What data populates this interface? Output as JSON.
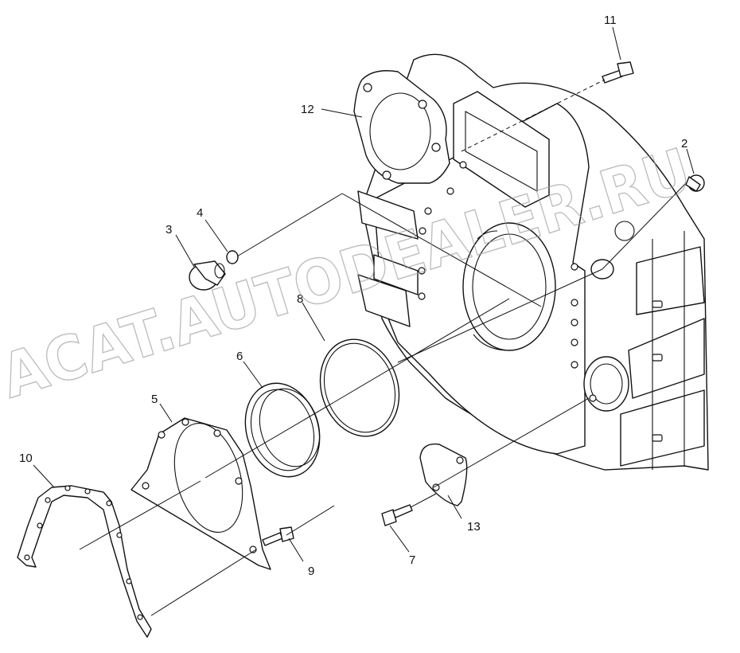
{
  "callouts": {
    "c1": "2",
    "c2": "3",
    "c3": "4",
    "c4": "5",
    "c5": "6",
    "c6": "7",
    "c7": "8",
    "c8": "9",
    "c9": "10",
    "c10": "11",
    "c11": "12",
    "c12": "13"
  },
  "watermark": "ACAT.AUTODEALER.RU",
  "colors": {
    "line": "#111111",
    "background": "#ffffff",
    "watermark": "#9a9a9a"
  }
}
